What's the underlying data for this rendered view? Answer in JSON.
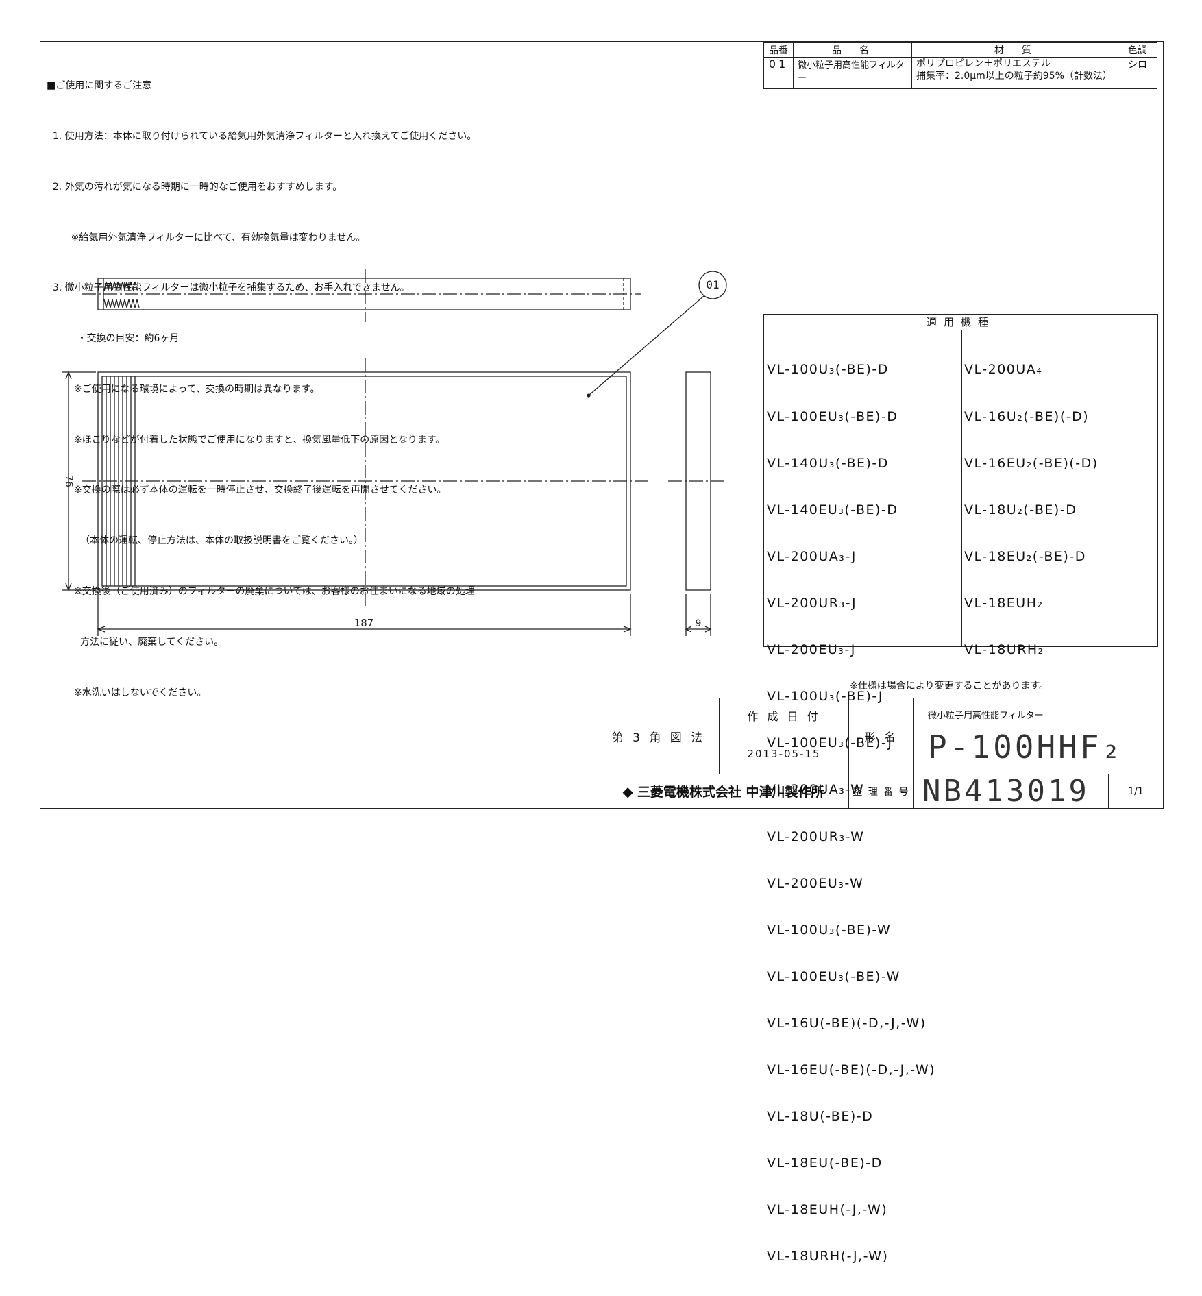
{
  "notes": [
    "■ご使用に関するご注意",
    "  1. 使用方法：本体に取り付けられている給気用外気清浄フィルターと入れ換えてご使用ください。",
    "  2. 外気の汚れが気になる時期に一時的なご使用をおすすめします。",
    "        ※給気用外気清浄フィルターに比べて、有効換気量は変わりません。",
    "  3. 微小粒子用高性能フィルターは微小粒子を捕集するため、お手入れできません。",
    "          ・交換の目安：約6ヶ月",
    "         ※ご使用になる環境によって、交換の時期は異なります。",
    "         ※ほこりなどが付着した状態でご使用になりますと、換気風量低下の原因となります。",
    "         ※交換の際は必ず本体の運転を一時停止させ、交換終了後運転を再開させてください。",
    "           （本体の運転、停止方法は、本体の取扱説明書をご覧ください。）",
    "         ※交換後（ご使用済み）のフィルターの廃棄については、お客様のお住まいになる地域の処理",
    "           方法に従い、廃棄してください。",
    "         ※水洗いはしないでください。"
  ],
  "materials": {
    "headers": [
      "品番",
      "品　名",
      "材　質",
      "色調"
    ],
    "row": {
      "no": "01",
      "name": "微小粒子用高性能フィルター",
      "material1": "ポリプロピレン＋ポリエステル",
      "material2": "捕集率：2.0μm以上の粒子約95%（計数法）",
      "color": "シロ"
    }
  },
  "applicable": {
    "header": "適用機種",
    "col1": [
      "VL-100U₃(-BE)-D",
      "VL-100EU₃(-BE)-D",
      "VL-140U₃(-BE)-D",
      "VL-140EU₃(-BE)-D",
      "VL-200UA₃-J",
      "VL-200UR₃-J",
      "VL-200EU₃-J",
      "VL-100U₃(-BE)-J",
      "VL-100EU₃(-BE)-J",
      "VL-200UA₃-W",
      "VL-200UR₃-W",
      "VL-200EU₃-W",
      "VL-100U₃(-BE)-W",
      "VL-100EU₃(-BE)-W",
      "VL-16U(-BE)(-D,-J,-W)",
      "VL-16EU(-BE)(-D,-J,-W)",
      "VL-18U(-BE)-D",
      "VL-18EU(-BE)-D",
      "VL-18EUH(-J,-W)",
      "VL-18URH(-J,-W)"
    ],
    "col2": [
      "VL-200UA₄",
      "VL-16U₂(-BE)(-D)",
      "VL-16EU₂(-BE)(-D)",
      "VL-18U₂(-BE)-D",
      "VL-18EU₂(-BE)-D",
      "VL-18EUH₂",
      "VL-18URH₂"
    ]
  },
  "drawing": {
    "part_label": "01",
    "dim_height": "76",
    "dim_width": "187",
    "dim_depth": "9"
  },
  "spec_note": "※仕様は場合により変更することがあります。",
  "title_block": {
    "projection": "第 3 角 図 法",
    "date_label": "作 成 日 付",
    "date": "2013-05-15",
    "model_label": "形 名",
    "product": "微小粒子用高性能フィルター",
    "model": "P-100HHF₂",
    "company": "三菱電機株式会社 中津川製作所",
    "doc_label": "整 理 番 号",
    "doc_no": "NB413019",
    "page": "1/1"
  }
}
